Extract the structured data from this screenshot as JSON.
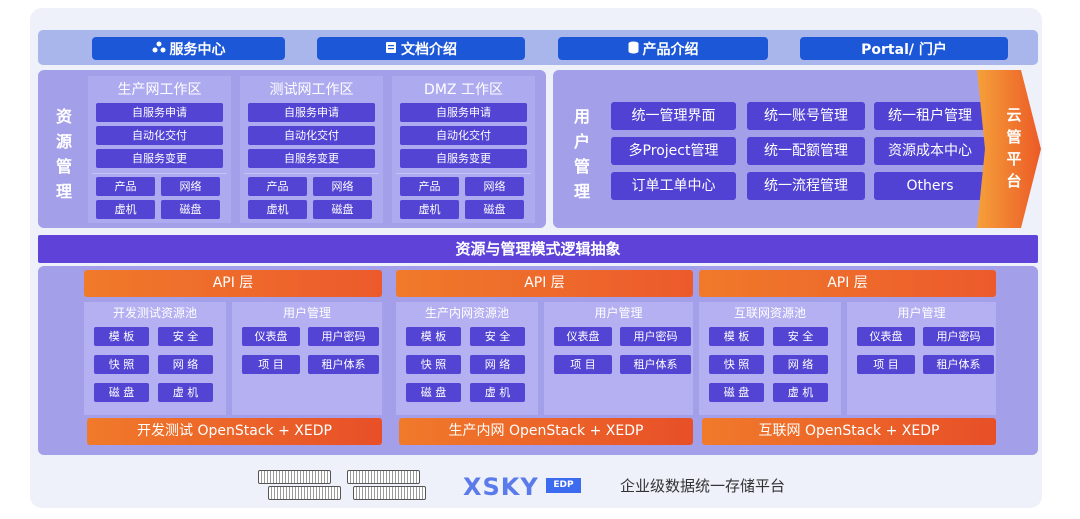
{
  "colors": {
    "nav": "#1c57d8",
    "panel": "#a39fe9",
    "button": "#5344d4",
    "midbar": "#5f43d9",
    "api": "#f07a2a",
    "brand": "#5b7bea"
  },
  "nav": [
    {
      "label": "服务中心",
      "icon": "cluster-icon"
    },
    {
      "label": "文档介绍",
      "icon": "document-icon"
    },
    {
      "label": "产品介绍",
      "icon": "database-icon"
    },
    {
      "label": "Portal/ 门户",
      "icon": ""
    }
  ],
  "resource": {
    "title": "资源管理",
    "zones": [
      {
        "title": "生产网工作区",
        "services": [
          "自服务申请",
          "自动化交付",
          "自服务变更"
        ],
        "items": [
          "产品",
          "网络",
          "虚机",
          "磁盘"
        ]
      },
      {
        "title": "测试网工作区",
        "services": [
          "自服务申请",
          "自动化交付",
          "自服务变更"
        ],
        "items": [
          "产品",
          "网络",
          "虚机",
          "磁盘"
        ]
      },
      {
        "title": "DMZ  工作区",
        "services": [
          "自服务申请",
          "自动化交付",
          "自服务变更"
        ],
        "items": [
          "产品",
          "网络",
          "虚机",
          "磁盘"
        ]
      }
    ]
  },
  "user_mgmt": {
    "title": "用户管理",
    "buttons": [
      "统一管理界面",
      "统一账号管理",
      "统一租户管理",
      "多Project管理",
      "统一配额管理",
      "资源成本中心",
      "订单工单中心",
      "统一流程管理",
      "Others"
    ]
  },
  "cloud": {
    "title": "云管平台"
  },
  "abstraction": {
    "label": "资源与管理模式逻辑抽象"
  },
  "sections": [
    {
      "api": "API 层",
      "pool_title": "开发测试资源池",
      "pool": [
        "模 板",
        "安 全",
        "快 照",
        "网 络",
        "磁 盘",
        "虚 机"
      ],
      "user_title": "用户管理",
      "user": [
        "仪表盘",
        "用户密码",
        "项 目",
        "租户体系"
      ],
      "footer": "开发测试 OpenStack + XEDP"
    },
    {
      "api": "API 层",
      "pool_title": "生产内网资源池",
      "pool": [
        "模 板",
        "安 全",
        "快 照",
        "网 络",
        "磁 盘",
        "虚 机"
      ],
      "user_title": "用户管理",
      "user": [
        "仪表盘",
        "用户密码",
        "项 目",
        "租户体系"
      ],
      "footer": "生产内网 OpenStack + XEDP"
    },
    {
      "api": "API 层",
      "pool_title": "互联网资源池",
      "pool": [
        "模 板",
        "安 全",
        "快 照",
        "网 络",
        "磁 盘",
        "虚 机"
      ],
      "user_title": "用户管理",
      "user": [
        "仪表盘",
        "用户密码",
        "项 目",
        "租户体系"
      ],
      "footer": "互联网 OpenStack + XEDP"
    }
  ],
  "bottom": {
    "brand": "XSKY",
    "edp": "EDP",
    "tagline": "企业级数据统一存储平台",
    "server_icon": "server-icon"
  }
}
